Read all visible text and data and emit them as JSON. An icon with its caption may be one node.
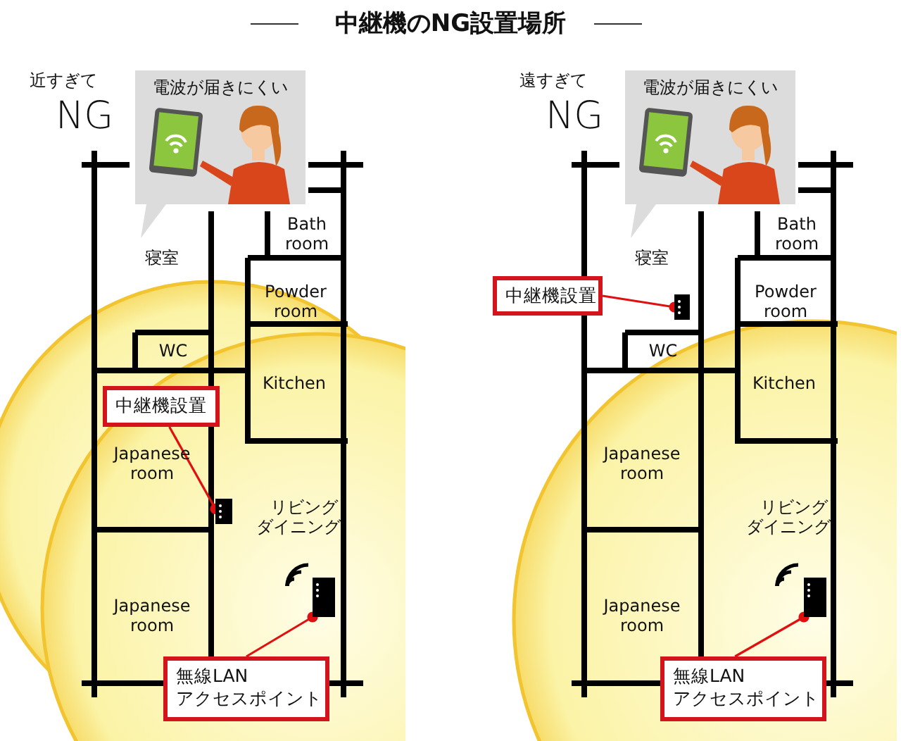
{
  "diagram": {
    "title": "中継機のNG設置場所",
    "nodes": [
      {
        "text": [
          "電波が届きにくい"
        ]
      },
      {
        "text": [
          "中継機設置"
        ]
      },
      {
        "text": [],
        "shape": "box"
      },
      {
        "text": [],
        "shape": "box"
      },
      {
        "text": [
          "無線LAN アクセスポイント"
        ]
      },
      {
        "text": [
          "電波が届きにくい"
        ]
      },
      {
        "text": [
          "中継機設置"
        ]
      },
      {
        "text": [],
        "shape": "box"
      },
      {
        "text": [],
        "shape": "box"
      },
      {
        "text": [
          "無線LAN アクセスポイント"
        ]
      }
    ],
    "edges": [
      {
        "from": 1,
        "to": 2,
        "arrow": "other"
      },
      {
        "from": 4,
        "to": 3,
        "arrow": "other"
      },
      {
        "from": 6,
        "to": 7,
        "arrow": "other"
      },
      {
        "from": 9,
        "to": 8,
        "arrow": "other"
      }
    ],
    "labels": [
      "近すぎて",
      "NG",
      "寝室",
      "Bath room",
      "Powder room",
      "WC",
      "Kitchen",
      "Japanese room",
      "リビングダイニング",
      "Japanese room",
      "遠すぎて",
      "NG",
      "寝室",
      "Bath room",
      "Powder room",
      "WC",
      "Kitchen",
      "Japanese room",
      "リビングダイニング",
      "Japanese room"
    ]
  }
}
